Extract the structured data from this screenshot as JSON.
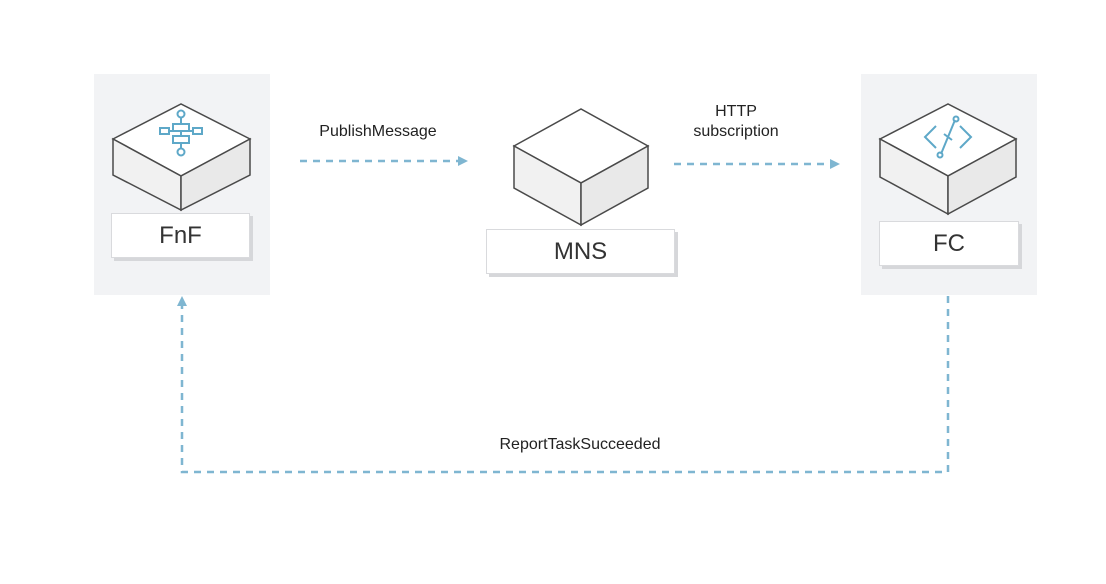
{
  "nodes": {
    "fnf": {
      "label": "FnF",
      "icon": "workflow-icon"
    },
    "mns": {
      "label": "MNS",
      "icon": "none"
    },
    "fc": {
      "label": "FC",
      "icon": "function-compute-icon"
    }
  },
  "edges": {
    "publish": {
      "label": "PublishMessage"
    },
    "http": {
      "label_line1": "HTTP",
      "label_line2": "subscription"
    },
    "report": {
      "label": "ReportTaskSucceeded"
    }
  },
  "colors": {
    "panel": "#f2f3f5",
    "cube_top": "#ffffff",
    "cube_left": "#f1f1f1",
    "cube_right": "#e9e9e9",
    "cube_stroke": "#4a4a4a",
    "arrow": "#7fb6d1",
    "icon": "#5ea8c8"
  }
}
